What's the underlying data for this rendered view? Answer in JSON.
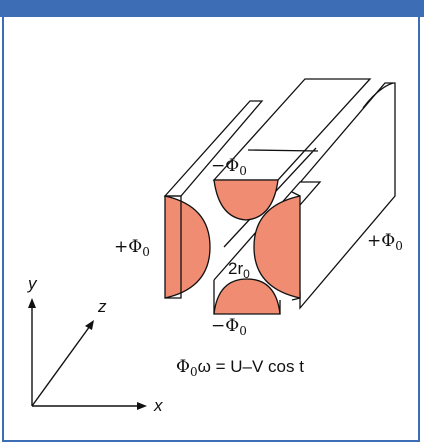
{
  "colors": {
    "frame": "#3d6db5",
    "electrode": "#f08c72",
    "line": "#111111"
  },
  "labels": {
    "top_electrode": {
      "sign": "−Φ",
      "sub": "0"
    },
    "bottom_electrode": {
      "sign": "−Φ",
      "sub": "0"
    },
    "left_electrode": {
      "sign": "+Φ",
      "sub": "0"
    },
    "right_electrode": {
      "sign": "+Φ",
      "sub": "0"
    },
    "radius": {
      "base": "2r",
      "sub": "0"
    },
    "equation": {
      "phi": "Φ",
      "sub": "0",
      "rest": "ω = U–V cos t"
    }
  },
  "axes": {
    "x": "x",
    "y": "y",
    "z": "z"
  }
}
